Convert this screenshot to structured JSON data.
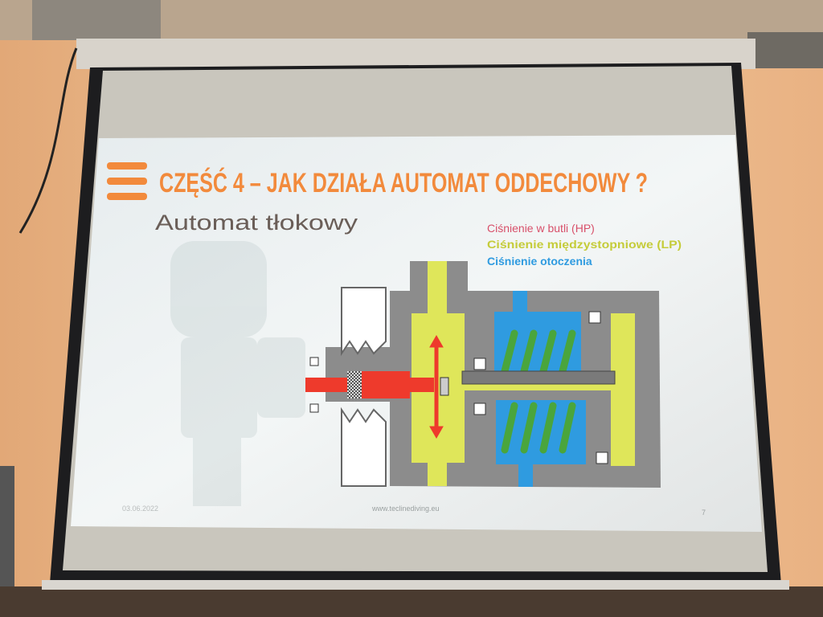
{
  "slide": {
    "title": "CZĘŚĆ 4 – JAK DZIAŁA AUTOMAT ODDECHOWY ?",
    "subtitle": "Automat tłokowy",
    "legend": {
      "hp": "Ciśnienie w butli (HP)",
      "lp": "Ciśnienie międzystopniowe (LP)",
      "ambient": "Ciśnienie otoczenia"
    },
    "footer": {
      "date": "03.06.2022",
      "website": "www.teclinediving.eu",
      "page_number": "7"
    }
  },
  "colors": {
    "accent_orange": "#f28a3c",
    "hp_red": "#ee3a2c",
    "lp_yellow": "#dfe65a",
    "ambient_blue": "#2f9be0",
    "spring_green": "#4aa53c",
    "body_gray": "#8c8c8c"
  }
}
